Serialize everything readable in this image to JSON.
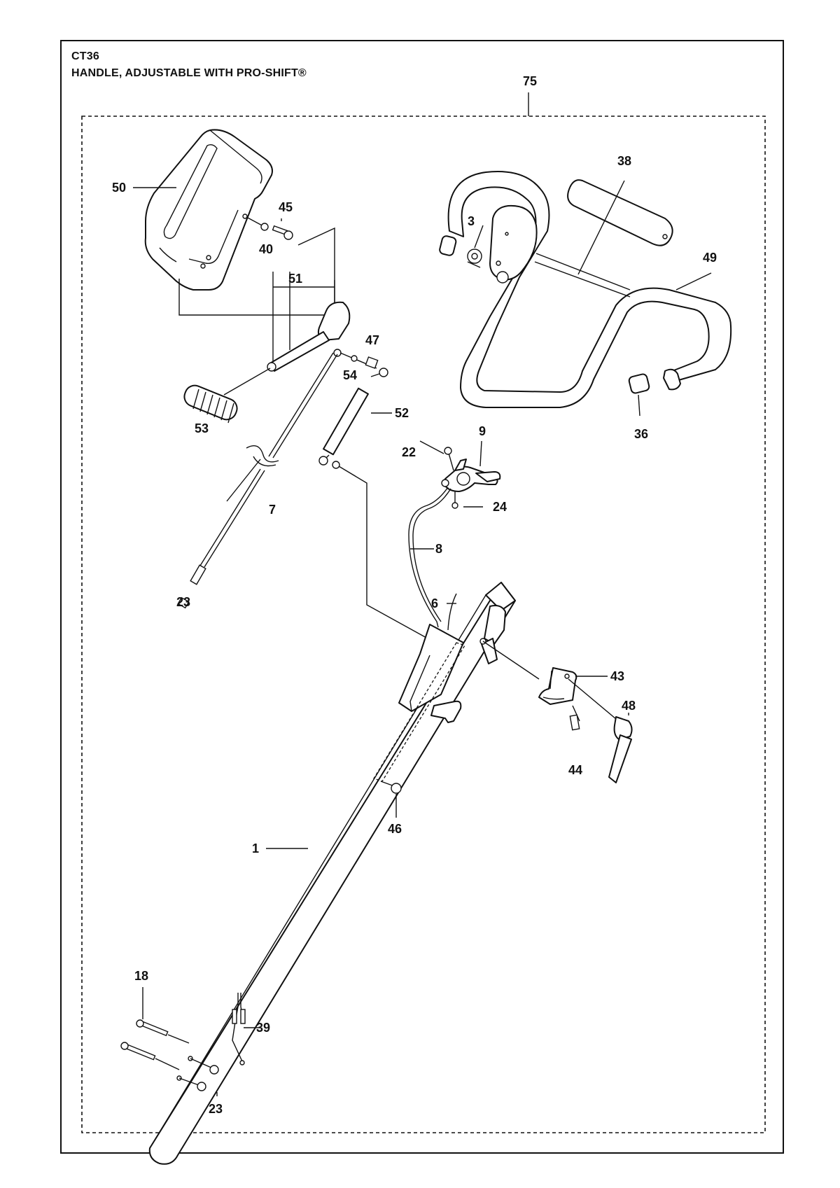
{
  "header": {
    "code": "CT36",
    "title": "HANDLE, ADJUSTABLE WITH PRO-SHIFT®"
  },
  "callouts": [
    "75",
    "50",
    "45",
    "40",
    "51",
    "47",
    "54",
    "53",
    "52",
    "7",
    "23",
    "38",
    "3",
    "49",
    "36",
    "9",
    "22",
    "24",
    "8",
    "6",
    "43",
    "48",
    "44",
    "46",
    "1",
    "18",
    "39",
    "23"
  ]
}
